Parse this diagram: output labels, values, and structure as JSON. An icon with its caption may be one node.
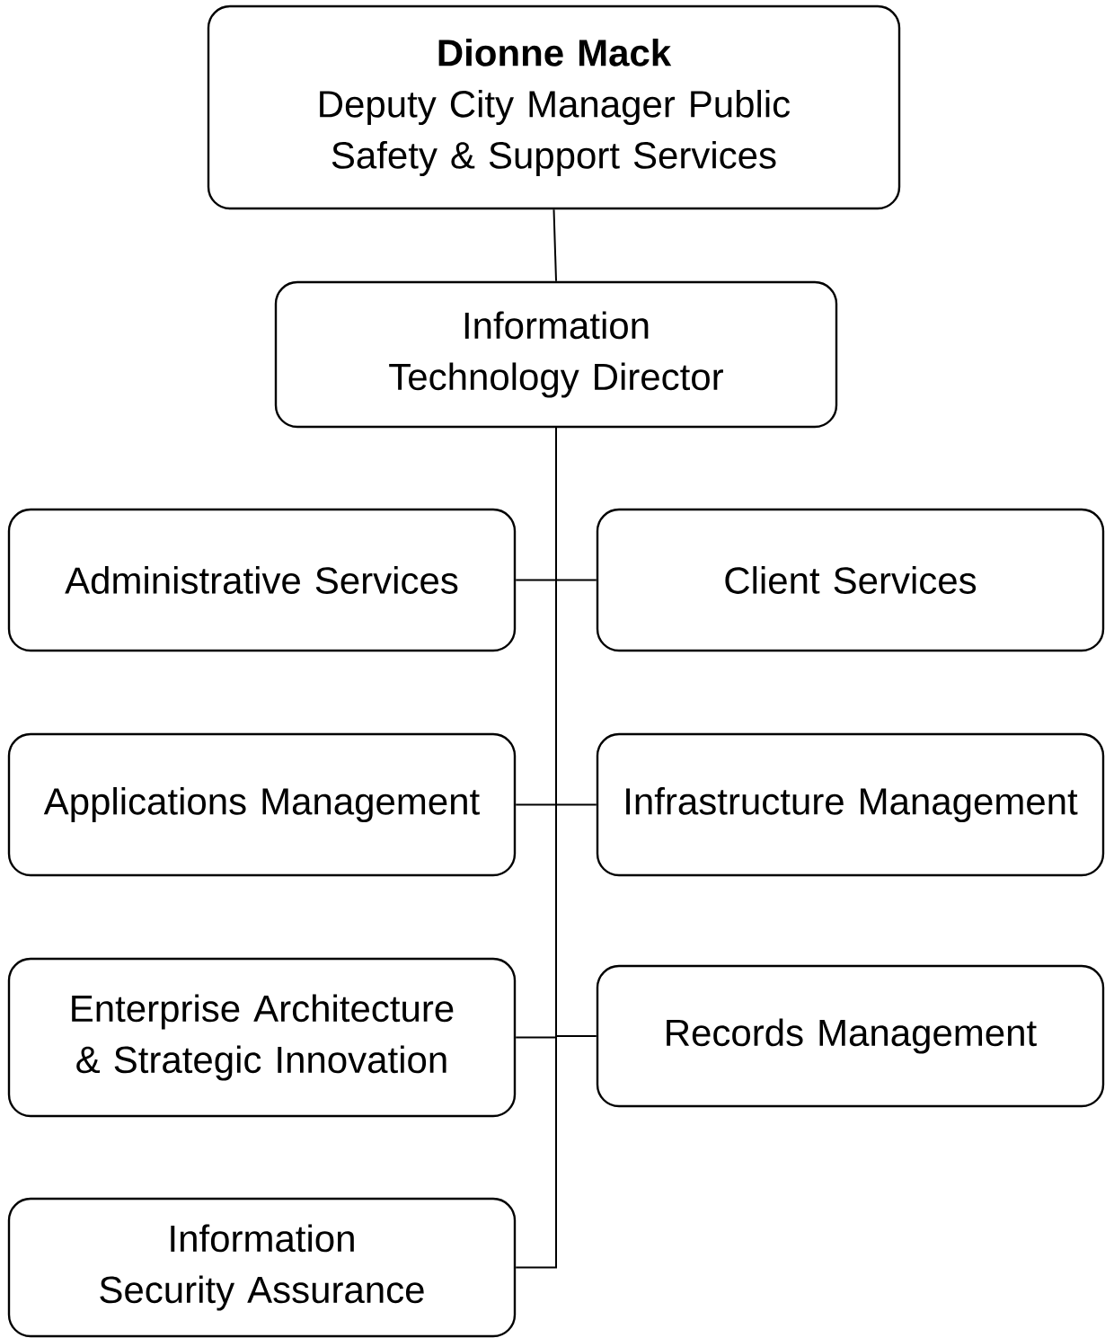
{
  "diagram": {
    "nodes": [
      {
        "text": [
          "Dionne Mack",
          "Deputy City Manager Public Safety & Support Services"
        ]
      },
      {
        "text": [
          "Information Technology Director"
        ]
      },
      {
        "text": [
          "Administrative Services"
        ]
      },
      {
        "text": [
          "Client Services"
        ]
      },
      {
        "text": [
          "Applications Management"
        ]
      },
      {
        "text": [
          "Infrastructure Management"
        ]
      },
      {
        "text": [
          "Enterprise Architecture & Strategic Innovation"
        ]
      },
      {
        "text": [
          "Records Management"
        ]
      },
      {
        "text": [
          "Information Security Assurance"
        ]
      }
    ],
    "edges": [
      {
        "from": 0,
        "to": 1,
        "arrow": "none"
      },
      {
        "from": 1,
        "to": 2,
        "arrow": "none"
      },
      {
        "from": 1,
        "to": 3,
        "arrow": "none"
      },
      {
        "from": 1,
        "to": 4,
        "arrow": "none"
      },
      {
        "from": 1,
        "to": 5,
        "arrow": "none"
      },
      {
        "from": 1,
        "to": 6,
        "arrow": "none"
      },
      {
        "from": 1,
        "to": 7,
        "arrow": "none"
      },
      {
        "from": 1,
        "to": 8,
        "arrow": "none"
      }
    ]
  }
}
